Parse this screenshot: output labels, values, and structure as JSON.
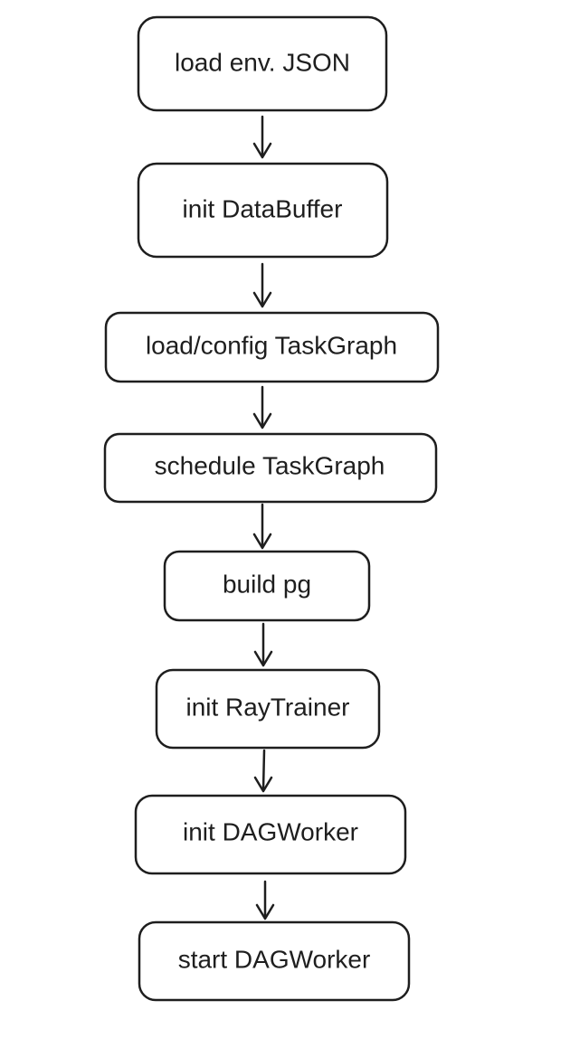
{
  "diagram": {
    "steps": [
      {
        "label": "load env. JSON"
      },
      {
        "label": "init DataBuffer"
      },
      {
        "label": "load/config TaskGraph"
      },
      {
        "label": "schedule TaskGraph"
      },
      {
        "label": "build pg"
      },
      {
        "label": "init RayTrainer"
      },
      {
        "label": "init DAGWorker"
      },
      {
        "label": "start DAGWorker"
      }
    ],
    "colors": {
      "stroke": "#1e1e1e",
      "fill": "#ffffff",
      "background": "#ffffff"
    }
  }
}
